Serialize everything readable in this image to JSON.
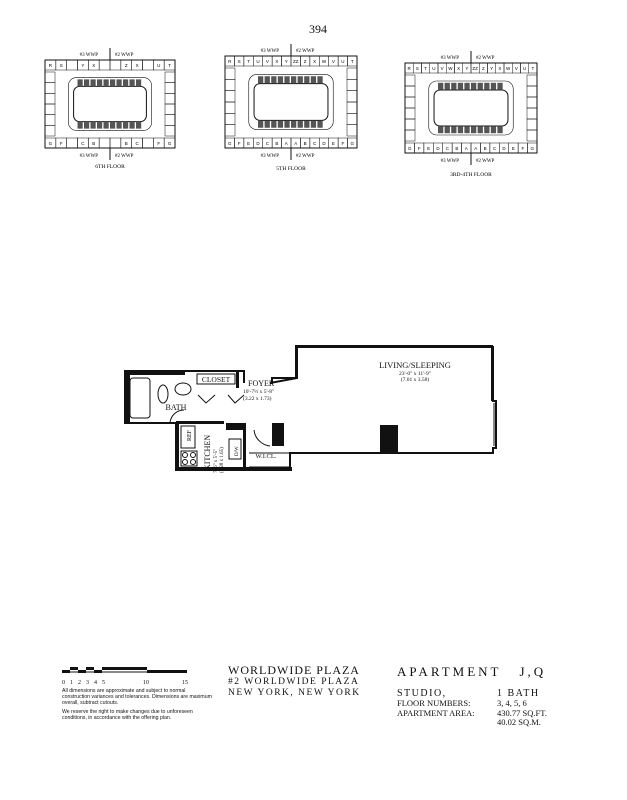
{
  "page_number": "394",
  "key_plans": [
    {
      "floor_label": "6TH FLOOR",
      "top_left": "#3 WWP",
      "top_right": "#2 WWP",
      "bottom_left": "#3 WWP",
      "bottom_right": "#2 WWP",
      "top_units": [
        "R",
        "S",
        "",
        "Y",
        "X",
        "",
        "",
        "Z",
        "X",
        "",
        "U",
        "T"
      ],
      "bottom_units": [
        "G",
        "F",
        "",
        "C",
        "B",
        "",
        "",
        "B",
        "C",
        "",
        "F",
        "G"
      ]
    },
    {
      "floor_label": "5TH FLOOR",
      "top_left": "#3 WWP",
      "top_right": "#2 WWP",
      "bottom_left": "#3 WWP",
      "bottom_right": "#2 WWP",
      "top_units": [
        "R",
        "S",
        "T",
        "U",
        "V",
        "X",
        "Y",
        "ZZ",
        "Z",
        "X",
        "W",
        "V",
        "U",
        "T"
      ],
      "bottom_units": [
        "G",
        "F",
        "E",
        "D",
        "C",
        "B",
        "A",
        "A",
        "B",
        "C",
        "D",
        "E",
        "F",
        "G"
      ]
    },
    {
      "floor_label": "3RD-4TH FLOOR",
      "top_left": "#3 WWP",
      "top_right": "#2 WWP",
      "bottom_left": "#3 WWP",
      "bottom_right": "#2 WWP",
      "top_units": [
        "R",
        "S",
        "T",
        "U",
        "V",
        "W",
        "X",
        "Y",
        "ZZ",
        "Z",
        "Y",
        "X",
        "W",
        "V",
        "U",
        "T"
      ],
      "bottom_units": [
        "G",
        "F",
        "E",
        "D",
        "C",
        "B",
        "A",
        "A",
        "B",
        "C",
        "D",
        "E",
        "F",
        "G"
      ]
    }
  ],
  "plan": {
    "living": {
      "label": "LIVING/SLEEPING",
      "dim_ft": "23'-0\" x 11'-9\"",
      "dim_m": "(7.01 x 3.58)"
    },
    "foyer": {
      "label": "FOYER",
      "dim_ft": "10'-7½ x 5'-8\"",
      "dim_m": "(3.22 x 1.73)"
    },
    "closet": "CLOSET",
    "bath": "BATH",
    "ref": "REF",
    "kitchen": {
      "label": "KITCHEN",
      "dim_ft": "7'-6\" x 5'-5\"",
      "dim_m": "(2.28 x 1.65)"
    },
    "dw": "D/W",
    "wicl": "W.I.CL."
  },
  "scale": {
    "ticks": [
      "0",
      "1",
      "2",
      "3",
      "4",
      "5",
      "10",
      "15"
    ]
  },
  "disclaimer": [
    "All dimensions are approximate and subject to normal construction variances and tolerances. Dimensions are maximum overall, subtract cutouts.",
    "We reserve the right to make changes due to unforeseen conditions, in accordance with the offering plan."
  ],
  "building": {
    "name": "WORLDWIDE PLAZA",
    "address1": "#2 WORLDWIDE PLAZA",
    "address2": "NEW YORK, NEW YORK"
  },
  "apartment": {
    "title": "APARTMENT",
    "units": "J,Q",
    "type": "STUDIO,",
    "baths": "1 BATH",
    "floor_label": "FLOOR NUMBERS:",
    "floors": "3, 4, 5, 6",
    "area_label": "APARTMENT AREA:",
    "area_sqft": "430.77 SQ.FT.",
    "area_sqm": "40.02 SQ.M."
  }
}
